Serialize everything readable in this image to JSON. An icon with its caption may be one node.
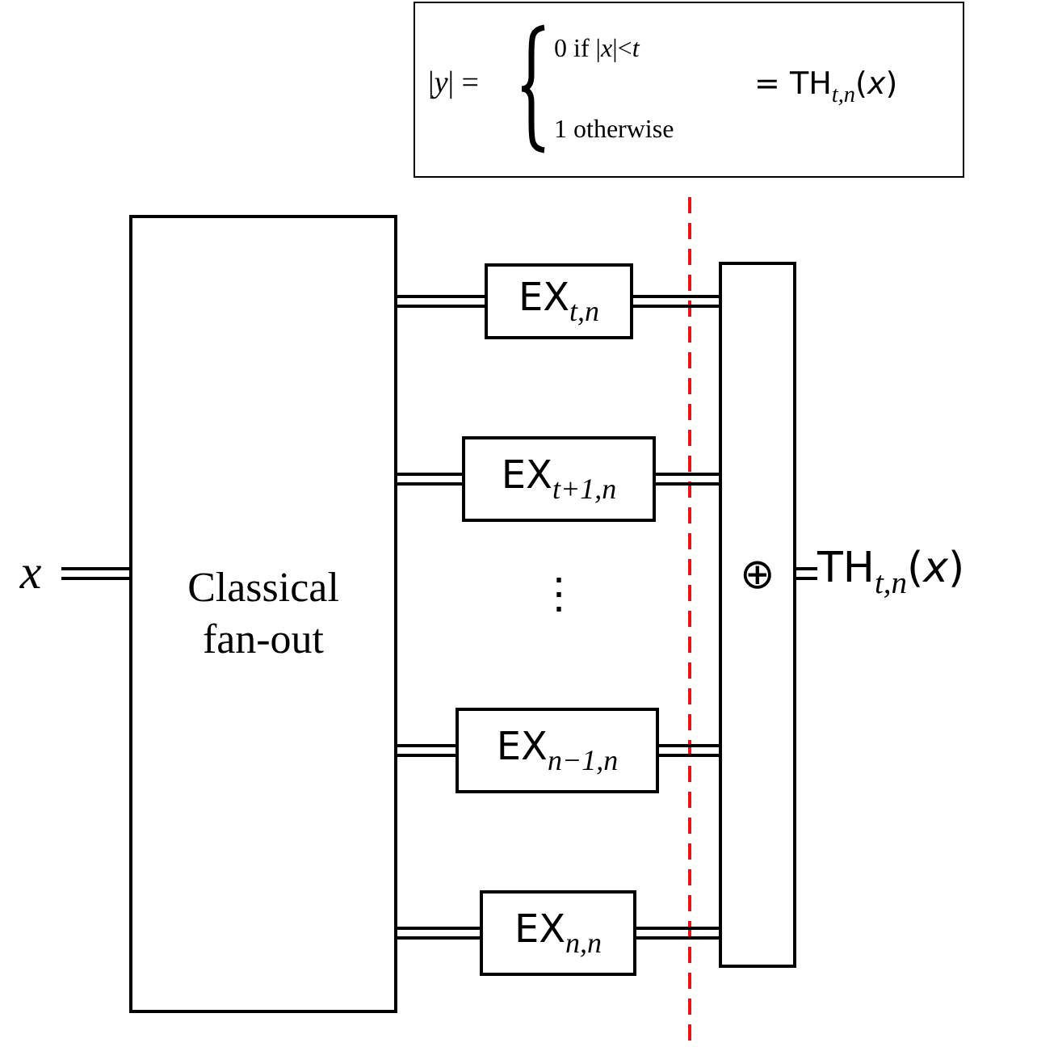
{
  "diagram": {
    "nodes": [
      {
        "text": [
          "|*y*| =",
          "0 if |*x*|<*t*",
          "1 otherwise",
          "= TH$_{t,n}$(*x*)"
        ]
      },
      {
        "text": [
          "*x*"
        ]
      },
      {
        "text": [
          "Classical fan-out"
        ]
      },
      {
        "text": [
          "EX$_{t,n}$"
        ]
      },
      {
        "text": [
          "EX$_{t+1,n}$"
        ]
      },
      {
        "text": [
          "EX$_{n−1,n}$"
        ]
      },
      {
        "text": [
          "EX$_{n,n}$"
        ]
      },
      {
        "text": [
          "⊕"
        ]
      },
      {
        "text": [
          "TH$_{t,n}$(*x*)"
        ]
      }
    ],
    "edges": [
      {
        "from": 1,
        "to": 2,
        "arrow": "none"
      },
      {
        "from": 2,
        "to": 3,
        "arrow": "none"
      },
      {
        "from": 2,
        "to": 4,
        "arrow": "none"
      },
      {
        "from": 2,
        "to": 5,
        "arrow": "none"
      },
      {
        "from": 2,
        "to": 6,
        "arrow": "none"
      },
      {
        "from": 3,
        "to": 7,
        "arrow": "none"
      },
      {
        "from": 4,
        "to": 7,
        "arrow": "none"
      },
      {
        "from": 5,
        "to": 7,
        "arrow": "none"
      },
      {
        "from": 6,
        "to": 7,
        "arrow": "none"
      },
      {
        "from": 7,
        "to": 8,
        "arrow": "none"
      }
    ],
    "labels": [
      "⋮"
    ]
  }
}
